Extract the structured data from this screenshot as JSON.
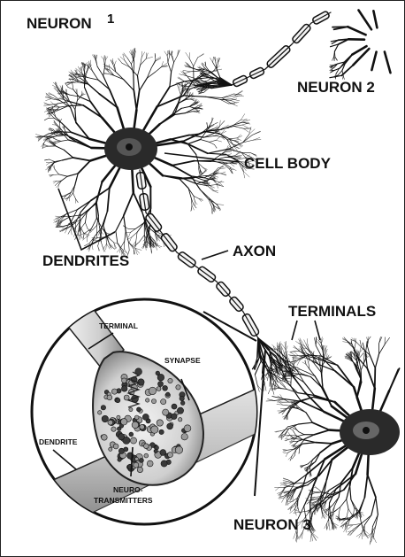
{
  "diagram": {
    "labels": {
      "neuron1": "NEURON",
      "neuron1_num": "1",
      "neuron2": "NEURON 2",
      "neuron3": "NEURON 3",
      "cell_body": "CELL BODY",
      "dendrites": "DENDRITES",
      "axon": "AXON",
      "terminals": "TERMINALS"
    },
    "inset": {
      "terminal": "TERMINAL",
      "synapse": "SYNAPSE",
      "dendrite": "DENDRITE",
      "neuro_line1": "NEURO-",
      "neuro_line2": "TRANSMITTERS"
    },
    "colors": {
      "ink": "#111111",
      "background": "#ffffff",
      "vesicle_fill": "#9a9a9a"
    }
  }
}
